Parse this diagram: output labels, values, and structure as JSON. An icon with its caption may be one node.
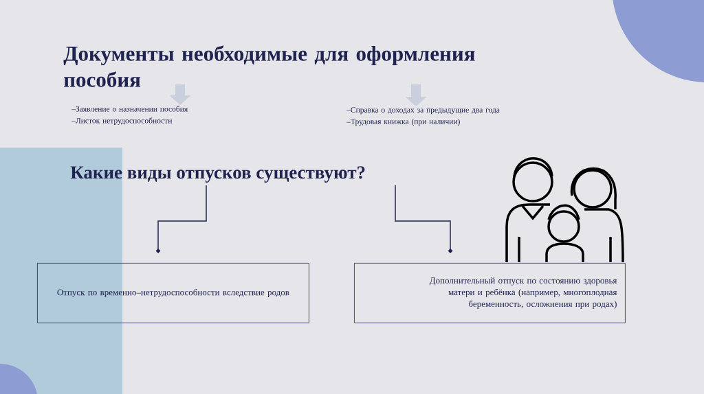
{
  "diagram": {
    "nodes": [
      {
        "text": [
          "Документы необходимые для оформления пособия"
        ]
      },
      {
        "text": [
          "Какие виды отпусков существуют?"
        ]
      },
      {
        "text": [
          "Отпуск по временно–нетрудоспособности вследствие родов"
        ]
      },
      {
        "text": [
          "Дополнительный отпуск по состоянию здоровья матери и ребёнка (например, многоплодная беременность, осложнения при родах)"
        ]
      },
      {
        "text": [
          "–Заявление о назначении пособия",
          "–Листок нетрудоспособности"
        ]
      },
      {
        "text": [
          "–Справка о доходах за предыдущие два года",
          "–Трудовая книжка (при наличии)"
        ]
      }
    ],
    "edges": [
      {
        "from": 0,
        "to": 4,
        "arrow": "to",
        "style": "thick",
        "color": "#c9cfdc"
      },
      {
        "from": 0,
        "to": 5,
        "arrow": "to",
        "style": "thick",
        "color": "#c9cfdc"
      },
      {
        "from": 1,
        "to": 2,
        "arrow": "other",
        "color": "#1f2350"
      },
      {
        "from": 1,
        "to": 3,
        "arrow": "other",
        "color": "#1f2350"
      }
    ]
  }
}
